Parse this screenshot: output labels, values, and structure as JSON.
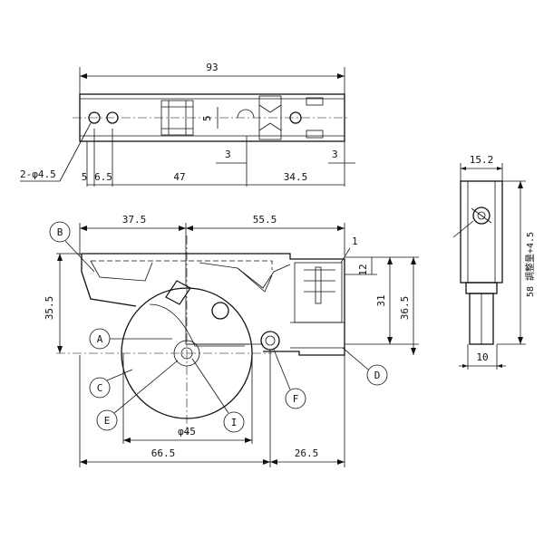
{
  "top_view": {
    "dim_total": "93",
    "dim_hole": "2-φ4.5",
    "dim_a": "5",
    "dim_b": "6.5",
    "dim_c": "47",
    "dim_d": "34.5",
    "dim_e": "3",
    "dim_f": "3",
    "dim_g": "5"
  },
  "front_view": {
    "dim_left": "37.5",
    "dim_right": "55.5",
    "dim_height_left": "35.5",
    "dim_12": "12",
    "dim_31": "31",
    "dim_36": "36.5",
    "dim_bottom_left": "66.5",
    "dim_bottom_right": "26.5",
    "dim_wheel": "φ45",
    "dim_top_small": "1"
  },
  "side_view": {
    "dim_width": "15.2",
    "dim_height": "58 調整量+4.5",
    "dim_bottom": "10"
  },
  "labels": {
    "a": "A",
    "b": "B",
    "c": "C",
    "d": "D",
    "e": "E",
    "f": "F",
    "i": "I"
  }
}
